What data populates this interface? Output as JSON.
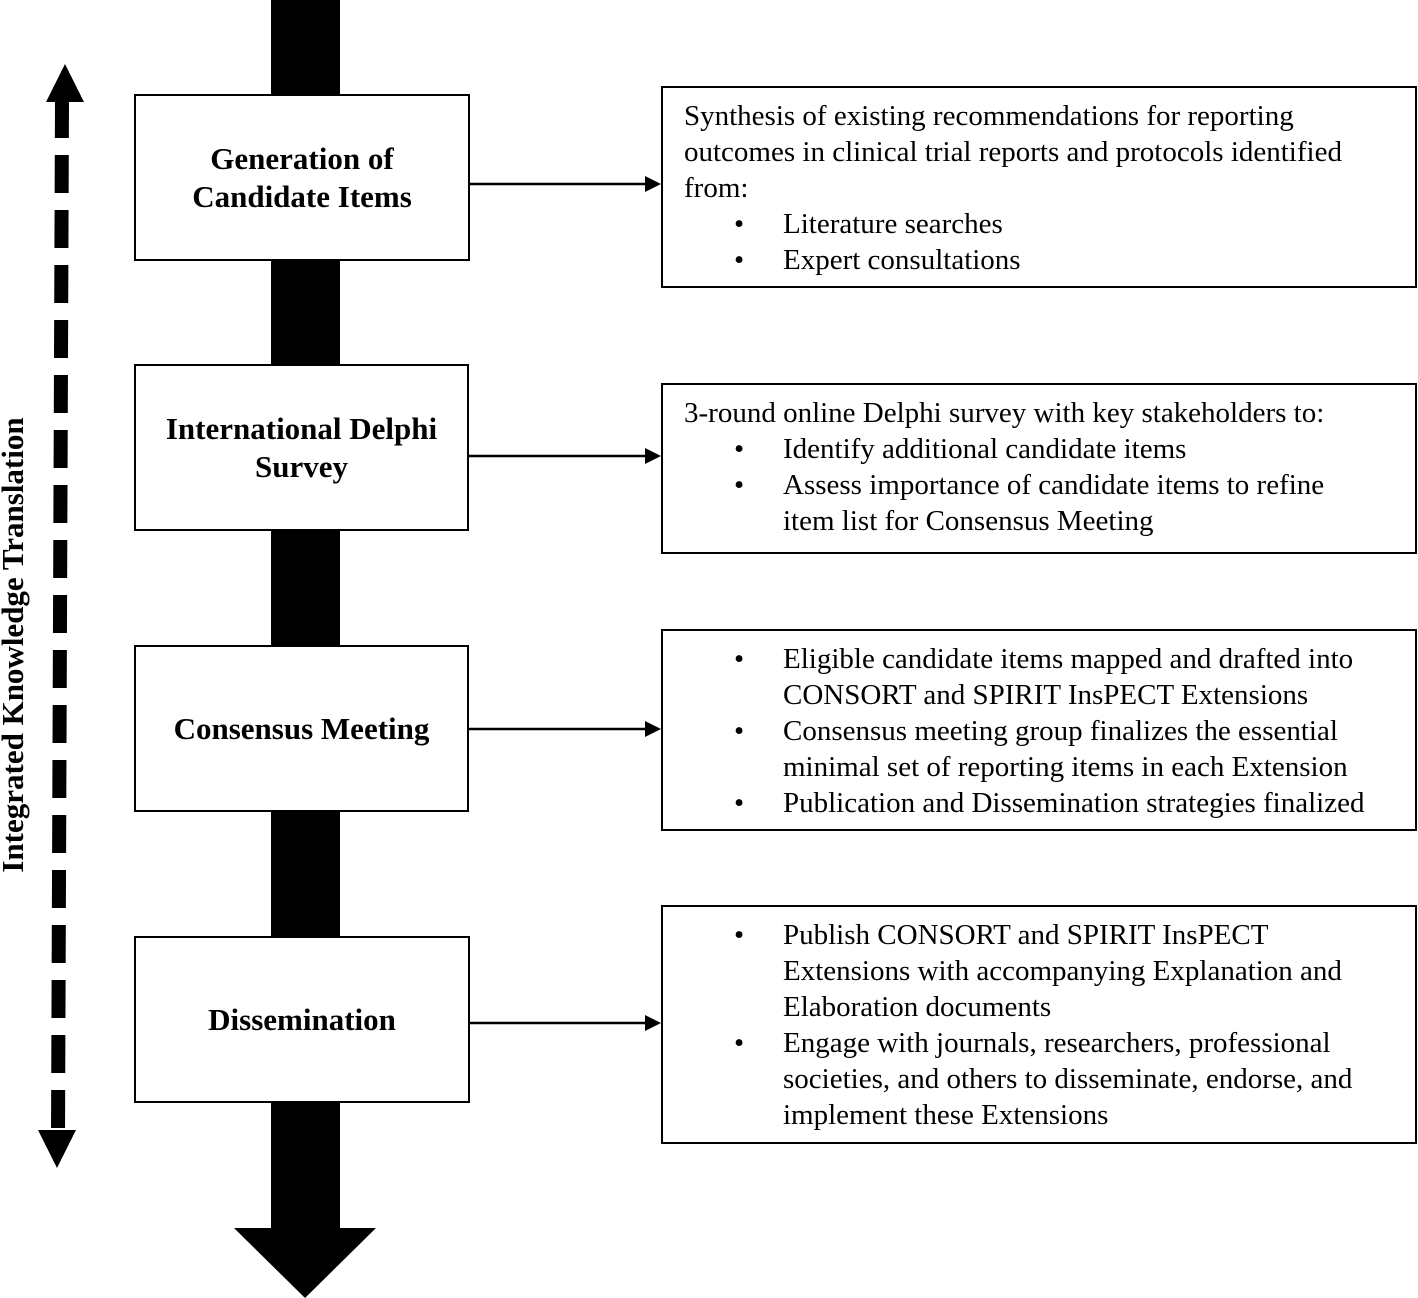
{
  "side_label": "Integrated Knowledge Translation",
  "stages": [
    {
      "label": "Generation of\nCandidate Items",
      "intro": "Synthesis of existing recommendations for reporting\noutcomes in clinical trial reports and protocols identified\nfrom:",
      "bullets": [
        "Literature searches",
        "Expert consultations"
      ]
    },
    {
      "label": "International Delphi\nSurvey",
      "intro": "3-round online Delphi survey with key stakeholders to:",
      "bullets": [
        "Identify additional candidate items",
        "Assess importance of candidate items to refine\nitem list for Consensus Meeting"
      ]
    },
    {
      "label": "Consensus Meeting",
      "intro": "",
      "bullets": [
        "Eligible candidate items mapped and drafted into\nCONSORT and SPIRIT InsPECT Extensions",
        "Consensus meeting group finalizes the essential\nminimal set of reporting items in each Extension",
        "Publication and Dissemination strategies finalized"
      ]
    },
    {
      "label": "Dissemination",
      "intro": "",
      "bullets": [
        "Publish CONSORT and SPIRIT InsPECT\nExtensions with accompanying Explanation and\nElaboration documents",
        "Engage with journals, researchers, professional\nsocieties, and others to disseminate, endorse, and\nimplement these Extensions"
      ]
    }
  ],
  "bullet_glyph": "•"
}
